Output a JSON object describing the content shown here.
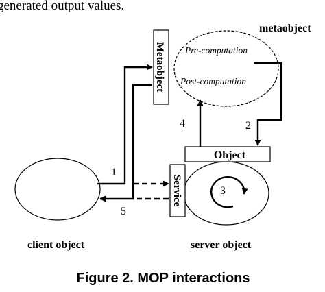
{
  "top_text": "generated output values.",
  "labels": {
    "metaobject": "metaobject",
    "pre_computation": "Pre-computation",
    "post_computation": "Post-computation",
    "metaobject_box": "Metaobject",
    "object_box": "Object",
    "service_box": "Service",
    "step_1": "1",
    "step_2": "2",
    "step_3": "3",
    "step_4": "4",
    "step_5": "5",
    "client_object": "client object",
    "server_object": "server object"
  },
  "caption": "Figure 2. MOP interactions"
}
